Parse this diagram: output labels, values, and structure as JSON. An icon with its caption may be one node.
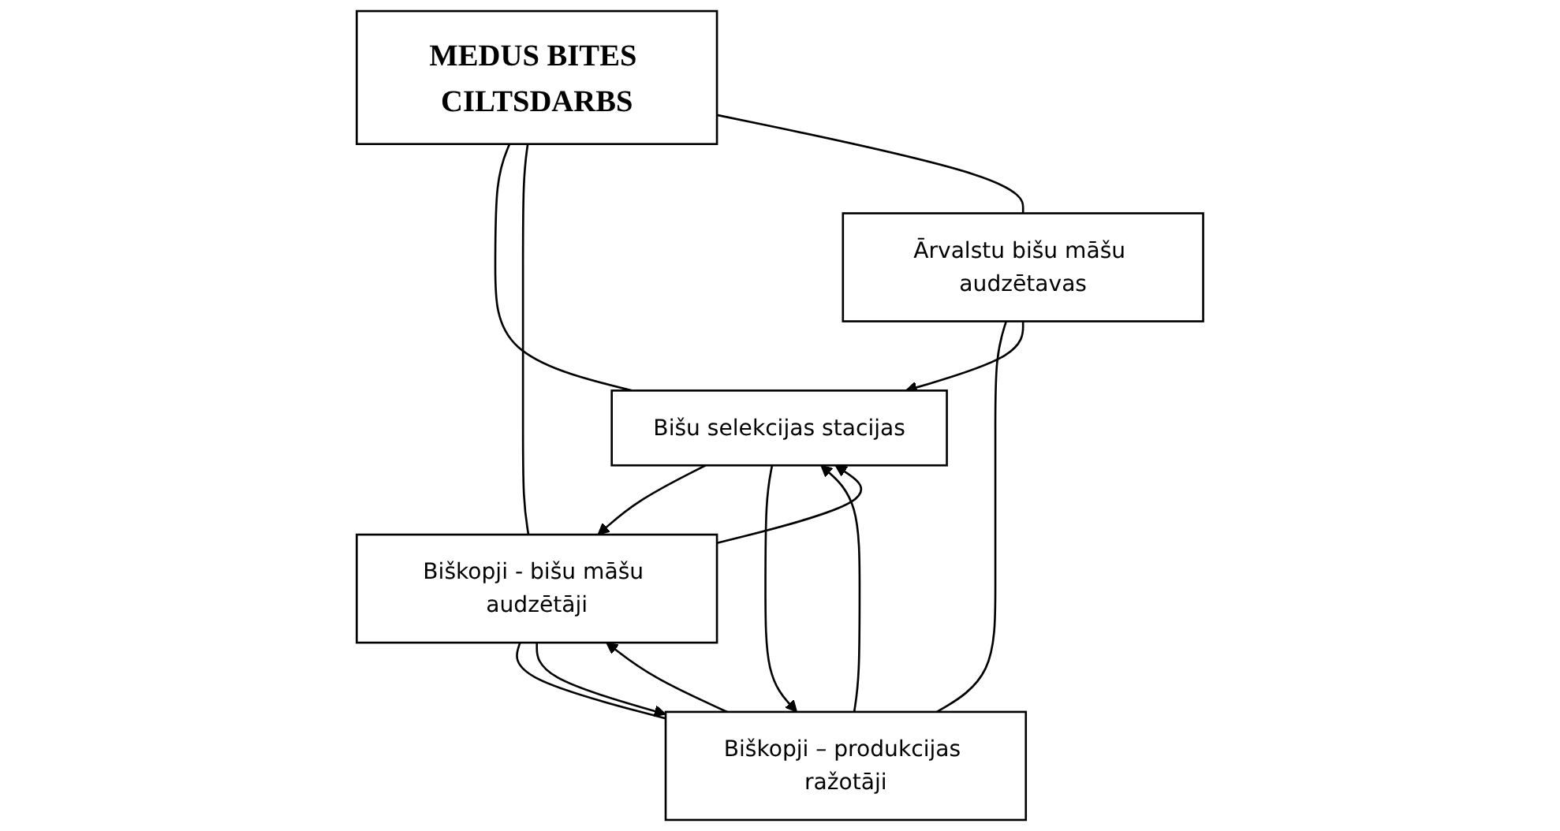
{
  "diagram": {
    "nodes": [
      {
        "text": [
          "MEDUS BITES CILTSDARBS"
        ]
      },
      {
        "text": [
          "Bišu selekcijas stacijas"
        ]
      },
      {
        "text": [
          "Biškopji - bišu māšu audzētāji"
        ]
      },
      {
        "text": [
          "Ārvalstu bišu māšu audzētavas"
        ]
      },
      {
        "text": [
          "Biškopji – produkcijas ražotāji"
        ]
      }
    ],
    "edges": [
      {
        "from": 0,
        "to": 1,
        "arrow": "none"
      },
      {
        "from": 0,
        "to": 2,
        "arrow": "none"
      },
      {
        "from": 0,
        "to": 3,
        "arrow": "none"
      },
      {
        "from": 2,
        "to": 4,
        "arrow": "none"
      },
      {
        "from": 3,
        "to": 4,
        "arrow": "none"
      },
      {
        "from": 1,
        "to": 2,
        "arrow": "to"
      },
      {
        "from": 2,
        "to": 1,
        "arrow": "to"
      },
      {
        "from": 4,
        "to": 1,
        "arrow": "to"
      },
      {
        "from": 1,
        "to": 4,
        "arrow": "to"
      },
      {
        "from": 3,
        "to": 1,
        "arrow": "to"
      },
      {
        "from": 2,
        "to": 4,
        "arrow": "to"
      },
      {
        "from": 4,
        "to": 2,
        "arrow": "to"
      }
    ]
  }
}
